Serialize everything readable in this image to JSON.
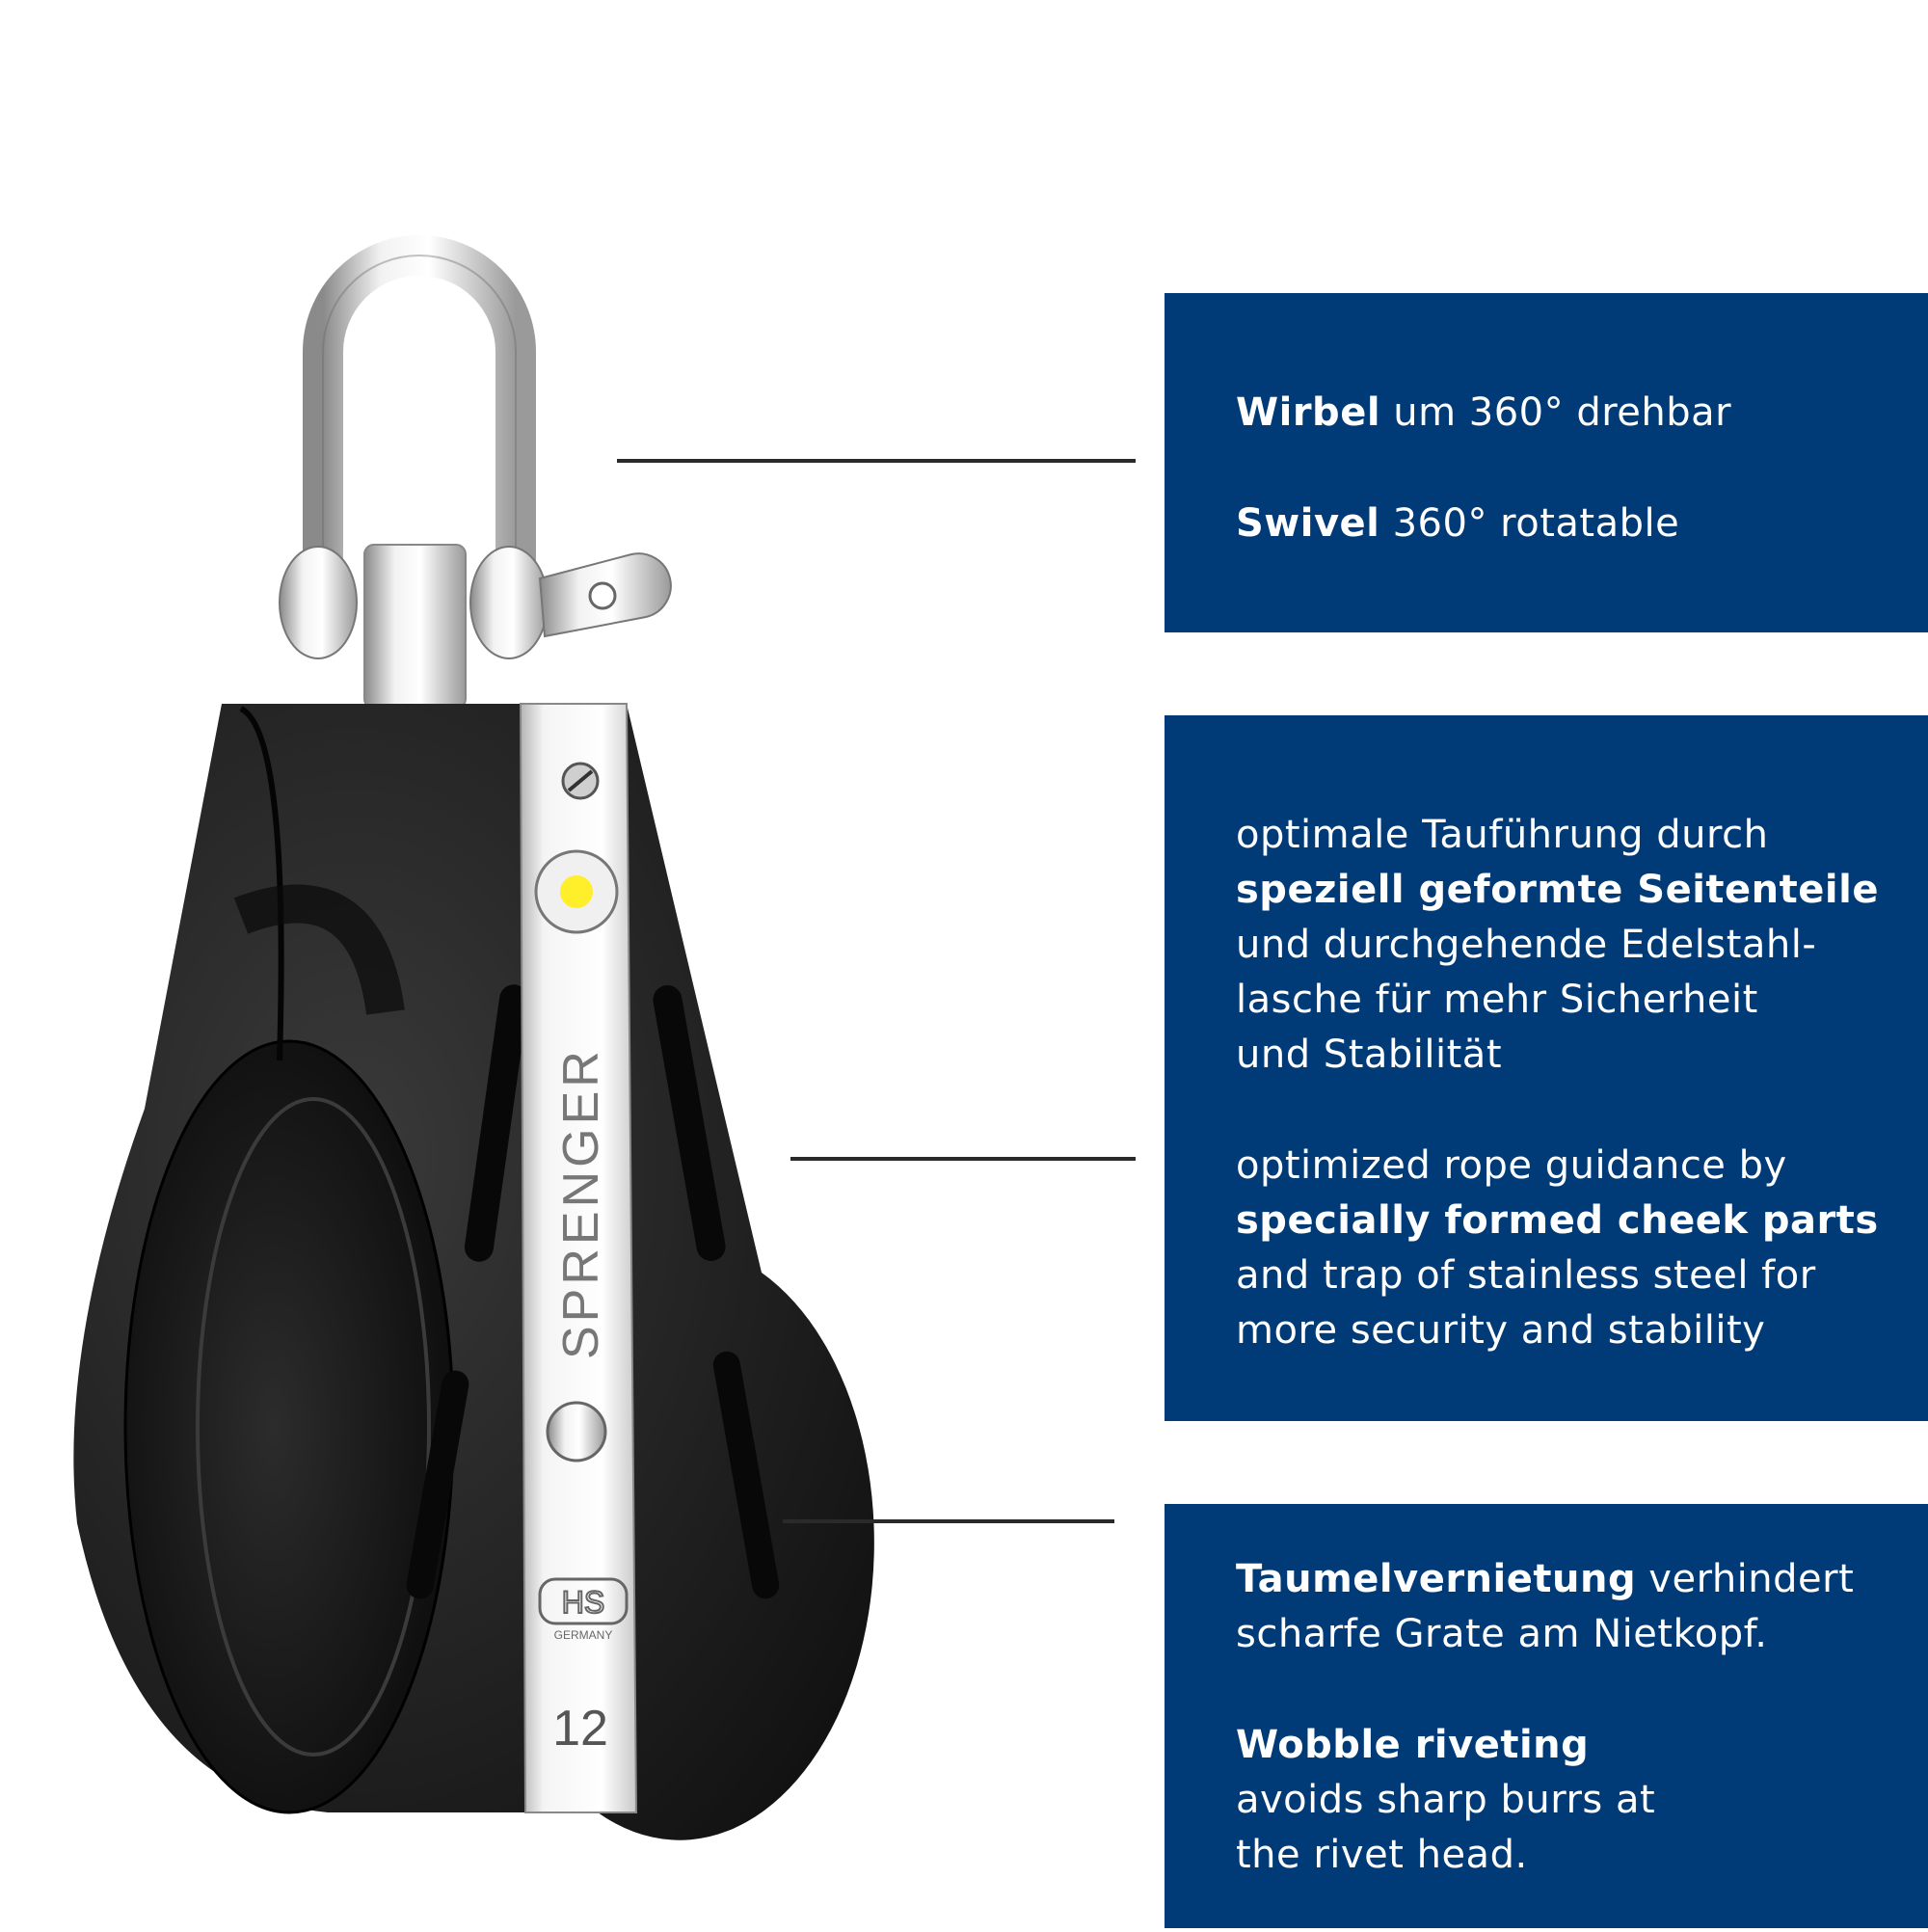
{
  "product": {
    "brand_engraving": "SPRENGER",
    "logo_text": "HS",
    "logo_subtext": "GERMANY",
    "size_number": "12",
    "colors": {
      "body": "#1f1f1f",
      "steel": "#d8d8d8",
      "bearing_dot": "#ffee2a"
    }
  },
  "panels": [
    {
      "de_bold": "Wirbel",
      "de_rest": " um 360° drehbar",
      "en_bold": "Swivel",
      "en_rest": " 360° rotatable"
    },
    {
      "de_line1": "optimale Tauführung durch",
      "de_bold": "speziell geformte Seitenteile",
      "de_line3": "und durchgehende Edelstahl-",
      "de_line4": "lasche für mehr Sicherheit",
      "de_line5": "und Stabilität",
      "en_line1": "optimized rope guidance by",
      "en_bold": "specially formed cheek parts",
      "en_line3": "and trap of stainless steel for",
      "en_line4": "more security and stability"
    },
    {
      "de_bold": "Taumelvernietung",
      "de_rest": " verhindert",
      "de_line2": "scharfe Grate am Nietkopf.",
      "en_bold": "Wobble riveting",
      "en_line2": "avoids sharp burrs at",
      "en_line3": "the rivet head."
    }
  ],
  "colors": {
    "panel_bg": "#003b77",
    "panel_text": "#ffffff",
    "leader_line": "#2a2a2a"
  }
}
